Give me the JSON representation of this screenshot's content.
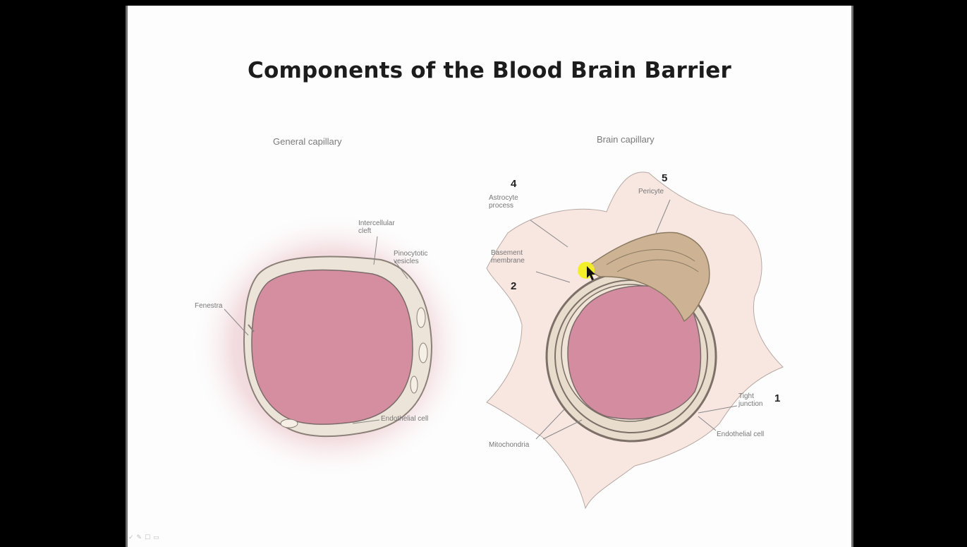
{
  "slide": {
    "title": "Components of the Blood Brain Barrier"
  },
  "left_panel": {
    "caption": "General capillary",
    "labels": {
      "intercellular_cleft": "Intercellular cleft",
      "pinocytotic_vesicles": "Pinocytotic vesicles",
      "fenestra": "Fenestra",
      "endothelial_cell": "Endothelial cell"
    }
  },
  "right_panel": {
    "caption": "Brain capillary",
    "labels": {
      "astrocyte_process": "Astrocyte process",
      "pericyte": "Pericyte",
      "basement_membrane": "Basement membrane",
      "tight_junction": "Tight junction",
      "endothelial_cell": "Endothelial cell",
      "mitochondria": "Mitochondria"
    },
    "numbers": {
      "n1": "1",
      "n2": "2",
      "n4": "4",
      "n5": "5"
    }
  },
  "toolbar": {
    "items": [
      "✓",
      "✎",
      "☐",
      "▭"
    ]
  },
  "colors": {
    "lumen": "#d88fa0",
    "cell_wall": "#e8dfd2",
    "astrocyte": "#f6e4df",
    "pericyte": "#c9b08f",
    "highlight": "#f2ef1f"
  }
}
